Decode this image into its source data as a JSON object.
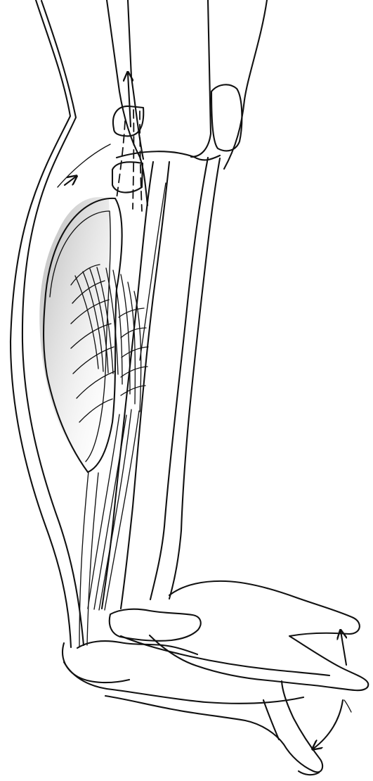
{
  "diagram": {
    "colors": {
      "ink": "#111111",
      "paper": "#ffffff",
      "shade": "#8a8a8a"
    },
    "parts": [
      "posterior-calf-outline",
      "calf-muscle",
      "tibia-fibula",
      "knee-joint",
      "ankle-joint",
      "foot-plantarflexed",
      "foot-dorsiflexed",
      "upward-tendon-arrow",
      "foot-motion-arrows"
    ]
  }
}
